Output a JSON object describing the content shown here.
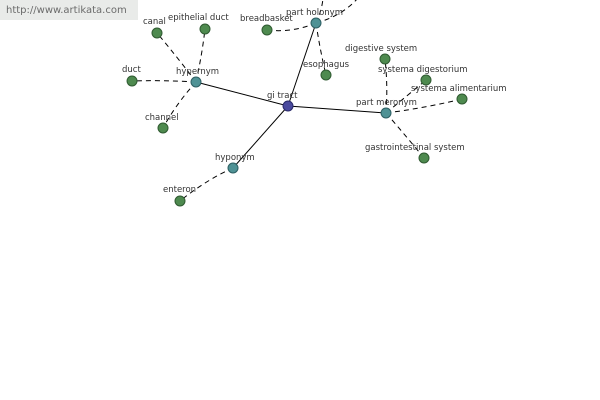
{
  "header": {
    "url": "http://www.artikata.com"
  },
  "graph": {
    "center": {
      "id": "gi-tract",
      "label": "gi tract"
    },
    "relations": [
      {
        "id": "hypernym",
        "label": "hypernym"
      },
      {
        "id": "hyponym",
        "label": "hyponym"
      },
      {
        "id": "part-holonym",
        "label": "part holonym"
      },
      {
        "id": "part-meronym",
        "label": "part meronym"
      }
    ],
    "terms": [
      {
        "id": "canal",
        "label": "canal"
      },
      {
        "id": "epithelial-duct",
        "label": "epithelial duct"
      },
      {
        "id": "duct",
        "label": "duct"
      },
      {
        "id": "channel",
        "label": "channel"
      },
      {
        "id": "enteron",
        "label": "enteron"
      },
      {
        "id": "breadbasket",
        "label": "breadbasket"
      },
      {
        "id": "esophagus",
        "label": "esophagus"
      },
      {
        "id": "digestive-system",
        "label": "digestive system"
      },
      {
        "id": "systema-digestorium",
        "label": "systema digestorium"
      },
      {
        "id": "systema-alimentarium",
        "label": "systema alimentarium"
      },
      {
        "id": "gastrointestinal-system",
        "label": "gastrointestinal system"
      }
    ]
  }
}
